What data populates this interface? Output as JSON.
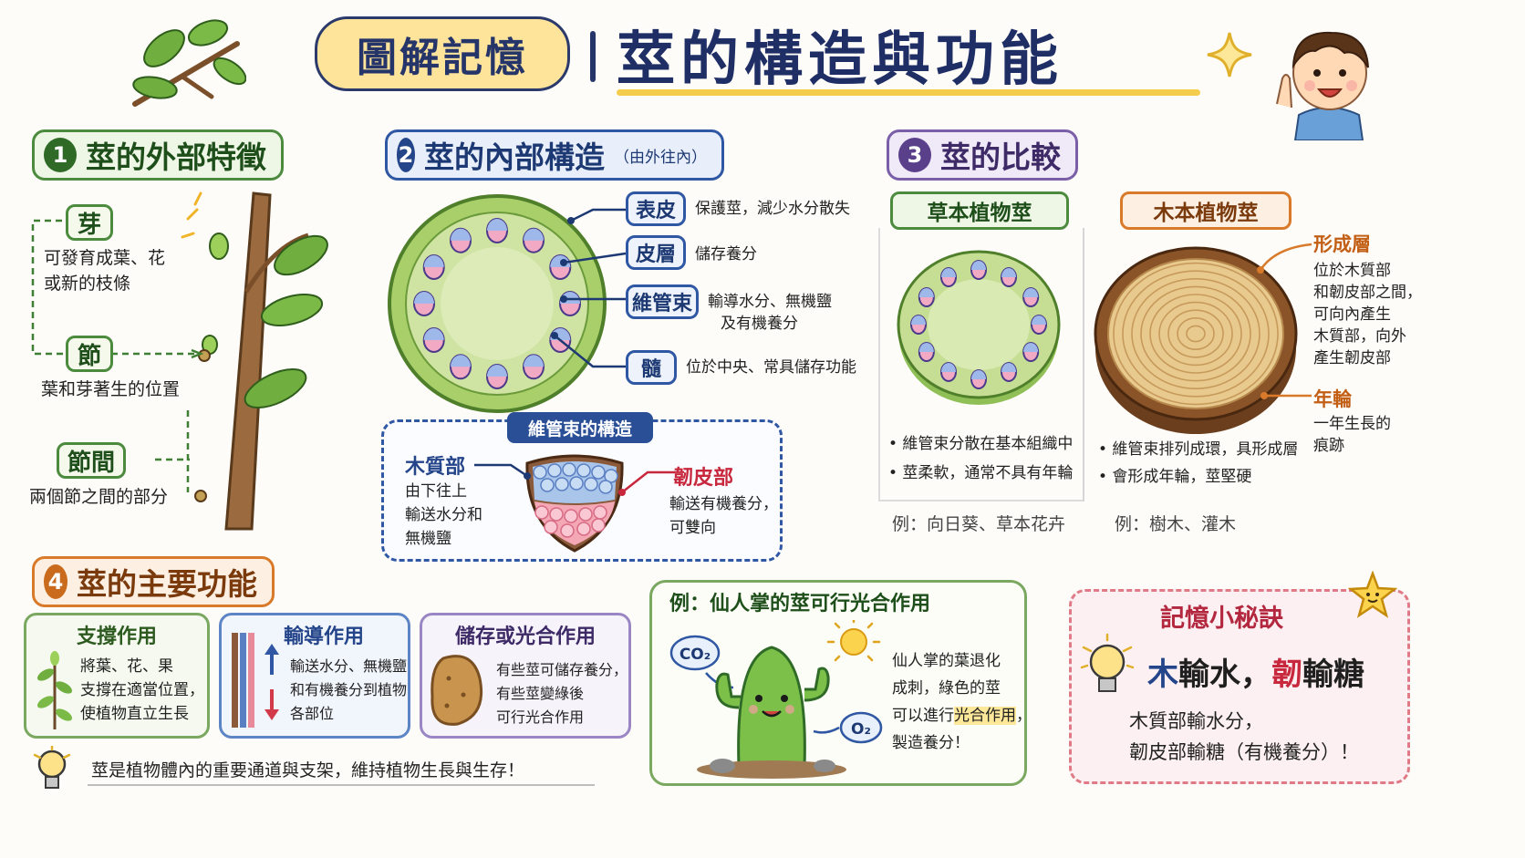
{
  "header": {
    "tag": "圖解記憶",
    "title": "莖的構造與功能"
  },
  "section1": {
    "num": "1",
    "title": "莖的外部特徵",
    "bud": {
      "label": "芽",
      "desc_lines": [
        "可發育成葉、花",
        "或新的枝條"
      ]
    },
    "node": {
      "label": "節",
      "desc": "葉和芽著生的位置"
    },
    "internode": {
      "label": "節間",
      "desc": "兩個節之間的部分"
    }
  },
  "section2": {
    "num": "2",
    "title": "莖的內部構造",
    "note": "（由外往內）",
    "parts": [
      {
        "label": "表皮",
        "desc_lines": [
          "保護莖，減少水分散失"
        ]
      },
      {
        "label": "皮層",
        "desc_lines": [
          "儲存養分"
        ]
      },
      {
        "label": "維管束",
        "desc_lines": [
          "輸導水分、無機鹽",
          "及有機養分"
        ]
      },
      {
        "label": "髓",
        "desc_lines": [
          "位於中央、常具儲存功能"
        ]
      }
    ],
    "bundle": {
      "title": "維管束的構造",
      "xylem": {
        "label": "木質部",
        "desc_lines": [
          "由下往上",
          "輸送水分和",
          "無機鹽"
        ]
      },
      "phloem": {
        "label": "韌皮部",
        "desc_lines": [
          "輸送有機養分，",
          "可雙向"
        ]
      }
    }
  },
  "section3": {
    "num": "3",
    "title": "莖的比較",
    "herb": {
      "label": "草本植物莖",
      "points": [
        "• 維管束分散在基本組織中",
        "• 莖柔軟，通常不具有年輪"
      ],
      "example": "例：向日葵、草本花卉"
    },
    "wood": {
      "label": "木本植物莖",
      "points": [
        "• 維管束排列成環，具形成層",
        "• 會形成年輪，莖堅硬"
      ],
      "example": "例：樹木、灌木",
      "cambium": {
        "label": "形成層",
        "desc_lines": [
          "位於木質部",
          "和韌皮部之間，",
          "可向內產生",
          "木質部，向外",
          "產生韌皮部"
        ]
      },
      "ring": {
        "label": "年輪",
        "desc_lines": [
          "一年生長的",
          "痕跡"
        ]
      }
    }
  },
  "section4": {
    "num": "4",
    "title": "莖的主要功能",
    "support": {
      "title": "支撐作用",
      "desc_lines": [
        "將葉、花、果",
        "支撐在適當位置，",
        "使植物直立生長"
      ]
    },
    "transport": {
      "title": "輸導作用",
      "desc_lines": [
        "輸送水分、無機鹽",
        "和有機養分到植物",
        "各部位"
      ]
    },
    "storage": {
      "title": "儲存或光合作用",
      "desc_lines": [
        "有些莖可儲存養分，",
        "有些莖變綠後",
        "可行光合作用"
      ]
    },
    "summary": "莖是植物體內的重要通道與支架，維持植物生長與生存！"
  },
  "cactus": {
    "title": "例：仙人掌的莖可行光合作用",
    "co2": "CO₂",
    "o2": "O₂",
    "desc_lines": [
      "仙人掌的葉退化",
      "成刺，綠色的莖",
      "可以進行",
      "光合作用",
      "，",
      "製造養分！"
    ]
  },
  "memory": {
    "title": "記憶小秘訣",
    "slogan_a": "木",
    "slogan_b": "輸水，",
    "slogan_c": "韌",
    "slogan_d": "輸糖",
    "line1": "木質部輸水分，",
    "line2": "韌皮部輸糖（有機養分）！"
  },
  "colors": {
    "green": "#4c8b3e",
    "blue": "#2f57a3",
    "purple": "#7b5ea8",
    "orange": "#d97a2a",
    "red": "#d23a4a",
    "title_navy": "#1f2f66"
  }
}
